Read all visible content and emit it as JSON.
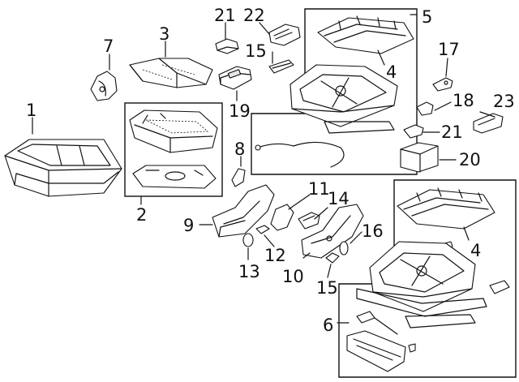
{
  "callouts": {
    "c1": "1",
    "c2": "2",
    "c3": "3",
    "c4a": "4",
    "c4b": "4",
    "c5": "5",
    "c6": "6",
    "c7": "7",
    "c8": "8",
    "c9": "9",
    "c10": "10",
    "c11": "11",
    "c12": "12",
    "c13": "13",
    "c14": "14",
    "c15a": "15",
    "c15b": "15",
    "c16": "16",
    "c17": "17",
    "c18": "18",
    "c19": "19",
    "c20": "20",
    "c21a": "21",
    "c21b": "21",
    "c22": "22",
    "c23": "23"
  }
}
